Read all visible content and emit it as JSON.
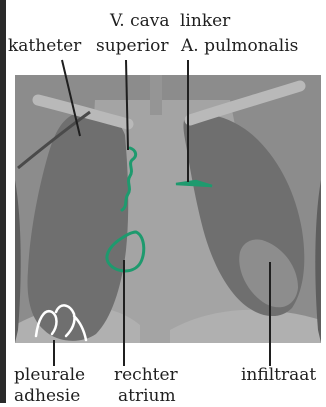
{
  "labels": {
    "katheter": "katheter",
    "vena_cava_line1": "V. cava",
    "vena_cava_line2": "superior",
    "pulmonalis_line1": "linker",
    "pulmonalis_line2": "A. pulmonalis",
    "pleurale_line1": "pleurale",
    "pleurale_line2": "adhesie",
    "atrium_line1": "rechter",
    "atrium_line2": "atrium",
    "infiltraat": "infiltraat"
  },
  "colors": {
    "background_dark": "#8c8c8c",
    "lung": "#6f6f6f",
    "mediastinum": "#a4a4a4",
    "infiltrate": "#8d8d8d",
    "catheter": "#b9b9b9",
    "highlight_green": "#1e9a6e",
    "adhesion": "#ffffff",
    "text": "#1f1f1f"
  }
}
